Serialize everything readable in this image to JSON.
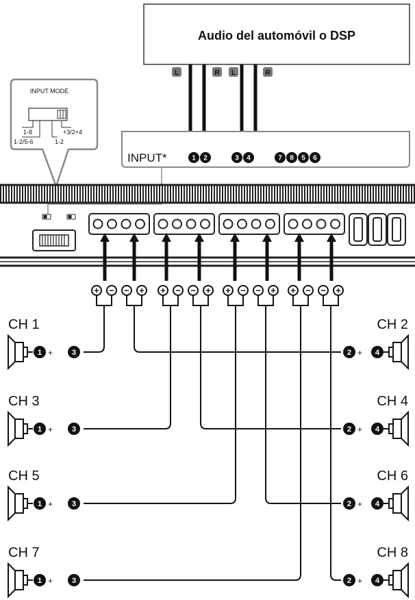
{
  "source_title": "Audio del automóvil o DSP",
  "input_label": "INPUT*",
  "input_mode": {
    "title": "INPUT MODE",
    "options": [
      "1-8",
      "1-2/5-6",
      "1-2",
      "+3/2+4"
    ]
  },
  "source_channels": [
    "L",
    "R",
    "L",
    "R"
  ],
  "input_numbers": [
    "1",
    "2",
    "3",
    "4"
  ],
  "input_numbers_extra": [
    "7",
    "8",
    "5",
    "6"
  ],
  "terminal_symbols": [
    "+",
    "−",
    "−",
    "+",
    "+",
    "−",
    "−",
    "+",
    "+",
    "−",
    "−",
    "+",
    "+",
    "−",
    "−",
    "+"
  ],
  "channels": [
    {
      "label": "CH 1",
      "num_a": "1",
      "num_b": "3"
    },
    {
      "label": "CH 2",
      "num_a": "2",
      "num_b": "4"
    },
    {
      "label": "CH 3",
      "num_a": "1",
      "num_b": "3"
    },
    {
      "label": "CH 4",
      "num_a": "2",
      "num_b": "4"
    },
    {
      "label": "CH 5",
      "num_a": "1",
      "num_b": "3"
    },
    {
      "label": "CH 6",
      "num_a": "2",
      "num_b": "4"
    },
    {
      "label": "CH 7",
      "num_a": "1",
      "num_b": "3"
    },
    {
      "label": "CH 8",
      "num_a": "2",
      "num_b": "4"
    }
  ],
  "plus_sign": "+",
  "colors": {
    "ink": "#111111",
    "background": "#ffffff",
    "panel_gray": "#cfcfcf"
  }
}
